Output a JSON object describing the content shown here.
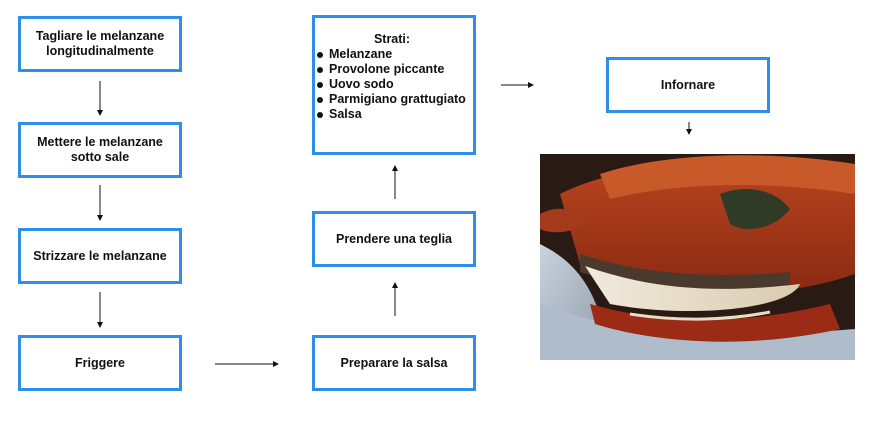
{
  "steps": {
    "cut": "Tagliare le melanzane longitudinalmente",
    "salt": "Mettere le melanzane sotto sale",
    "squeeze": "Strizzare le melanzane",
    "fry": "Friggere",
    "sauce": "Preparare la salsa",
    "pan": "Prendere una teglia",
    "bake": "Infornare"
  },
  "layers": {
    "title": "Strati:",
    "items": [
      "Melanzane",
      "Provolone piccante",
      "Uovo sodo",
      "Parmigiano grattugiato",
      "Salsa"
    ]
  },
  "colors": {
    "box_border": "#2e8ee8",
    "arrow": "#111111"
  }
}
